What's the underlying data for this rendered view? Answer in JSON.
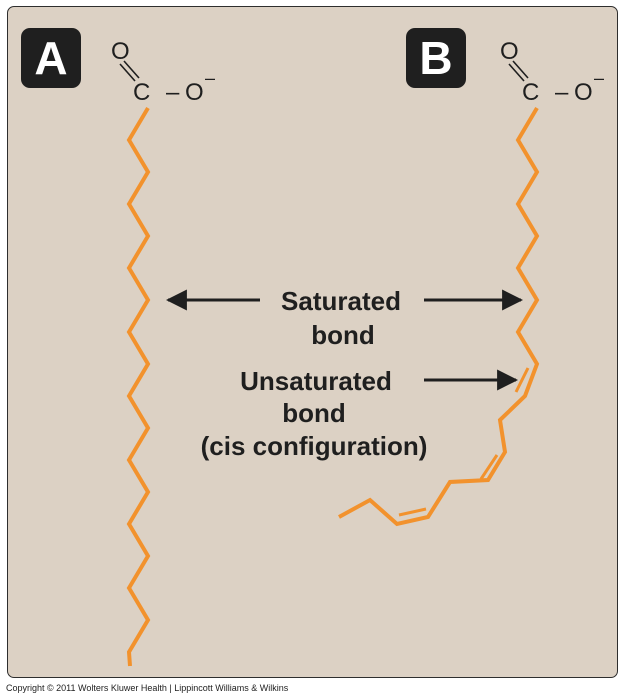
{
  "panels": {
    "a_label": "A",
    "b_label": "B"
  },
  "carboxyl": {
    "oxygen_double": "O",
    "carbon": "C",
    "dash": "–",
    "oxygen_single": "O",
    "charge": "–"
  },
  "labels": {
    "saturated_line1": "Saturated",
    "saturated_line2": "bond",
    "unsaturated_line1": "Unsaturated",
    "unsaturated_line2": "bond",
    "unsaturated_line3": "(cis configuration)"
  },
  "footer": {
    "copyright": "Copyright © 2011 Wolters Kluwer Health | Lippincott Williams & Wilkins"
  },
  "colors": {
    "chain": "#f2922d",
    "text": "#1f1f1f",
    "background": "#dcd1c4",
    "badge": "#1f1f1f"
  }
}
